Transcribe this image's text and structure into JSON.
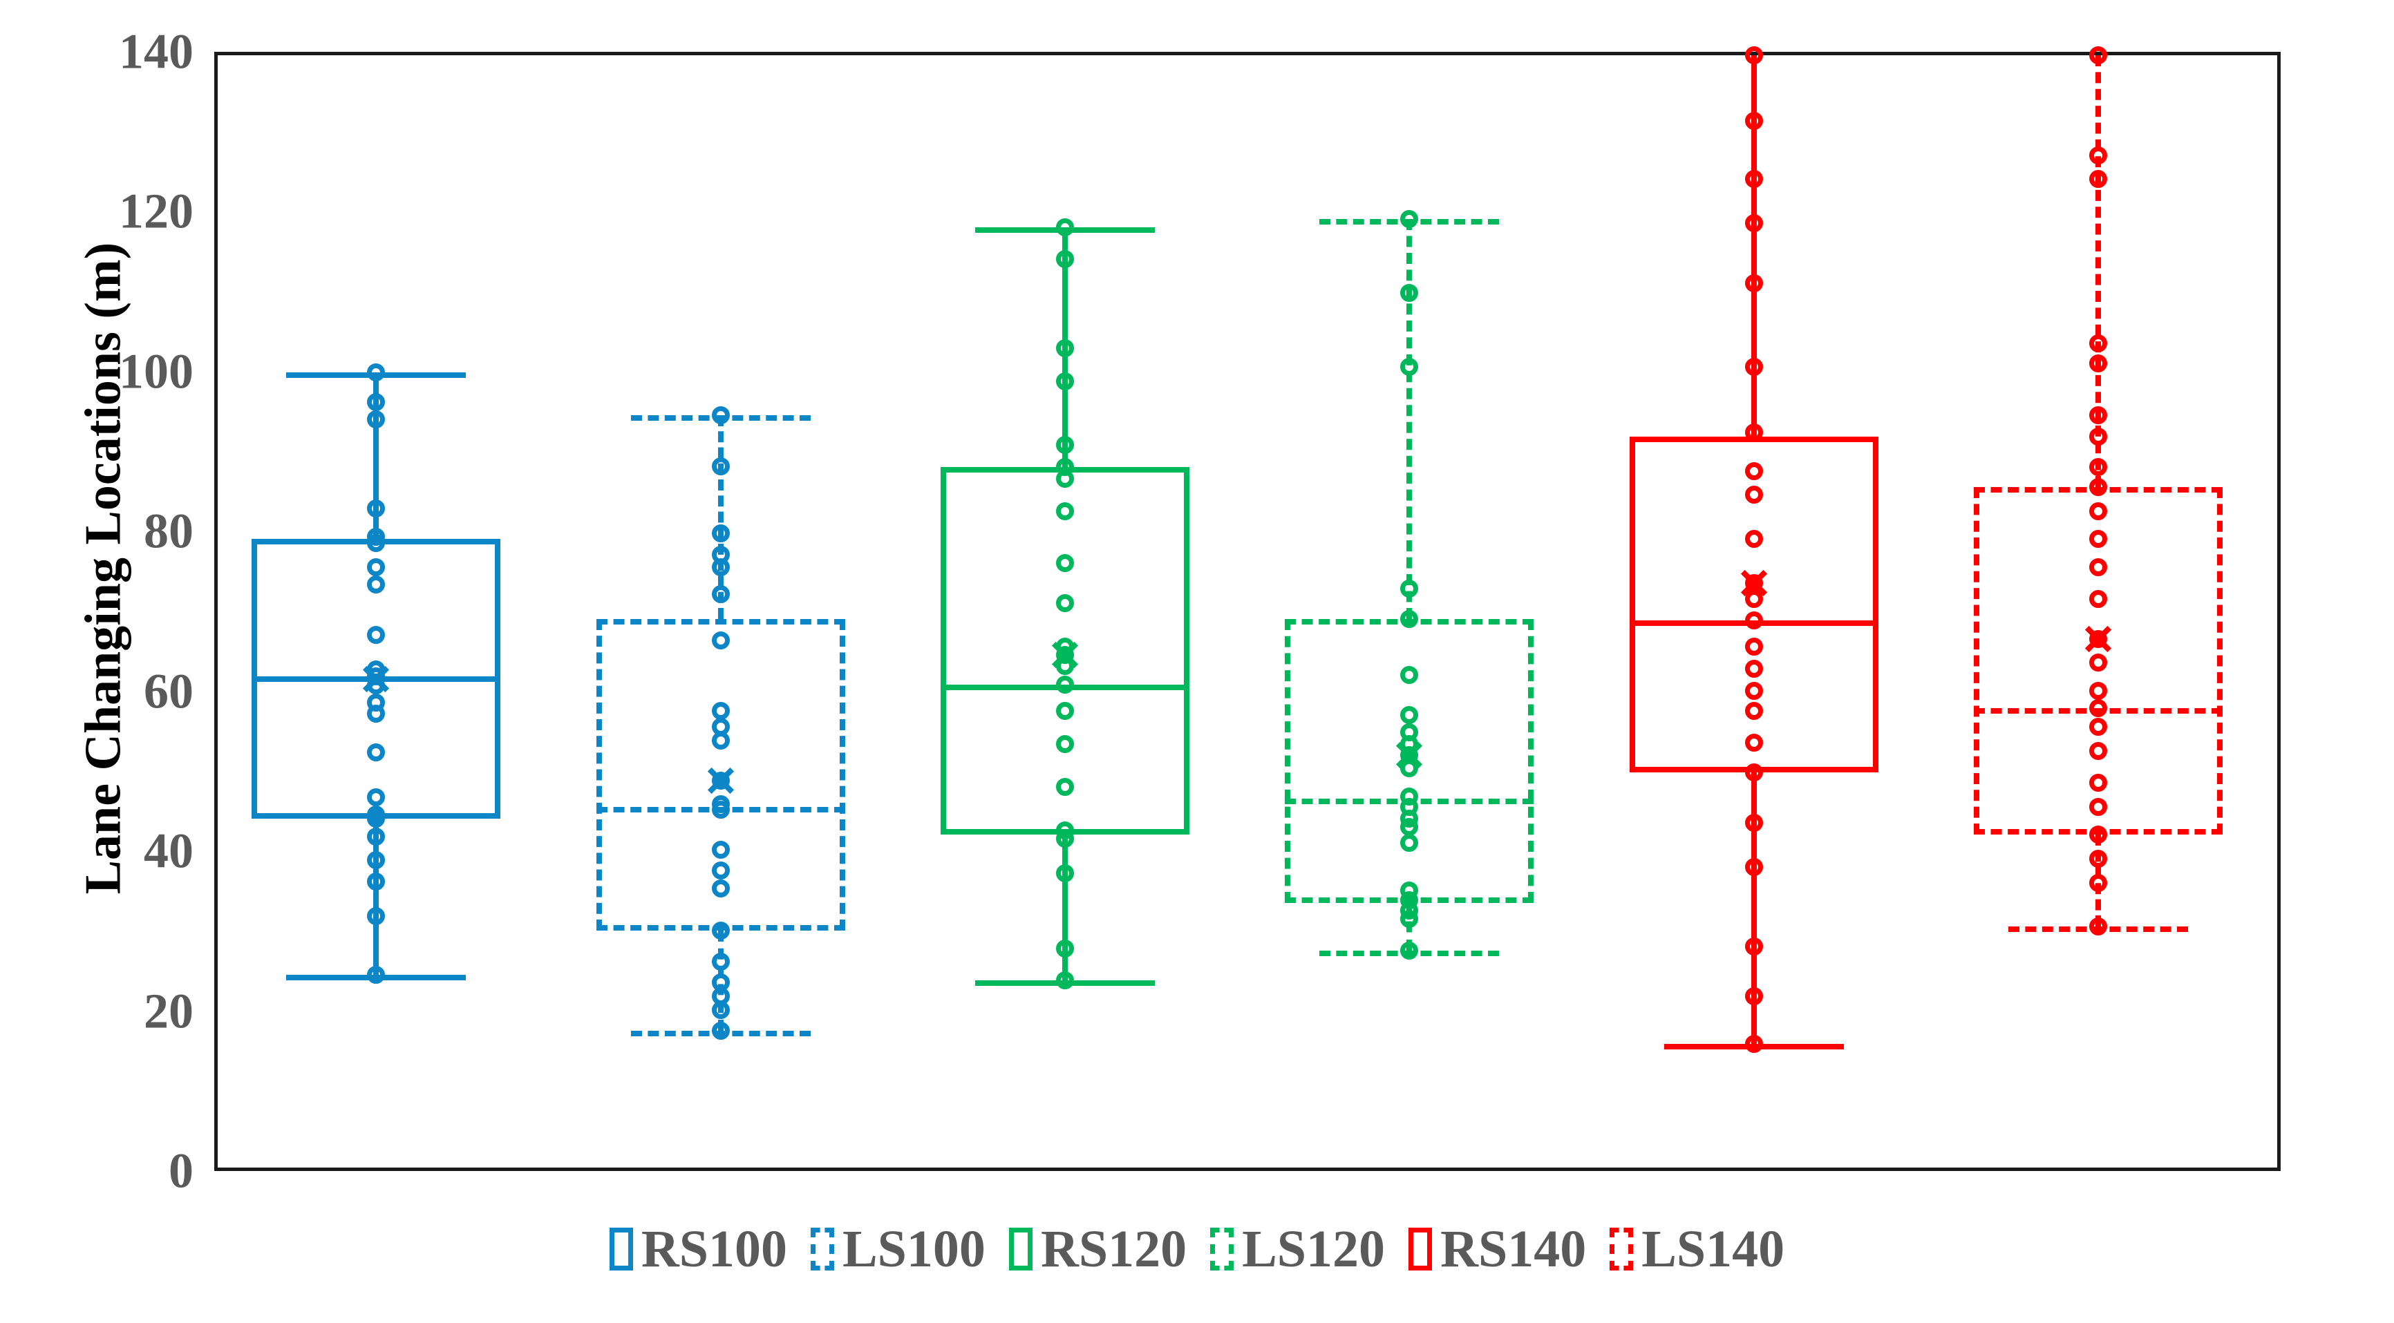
{
  "chart_data": {
    "type": "box",
    "title": "",
    "xlabel": "",
    "ylabel": "Lane Changing Locations (m)",
    "ylim": [
      0,
      140
    ],
    "yticks": [
      0,
      20,
      40,
      60,
      80,
      100,
      120,
      140
    ],
    "ytick_labels": [
      "0",
      "20",
      "40",
      "60",
      "80",
      "100",
      "120",
      "140"
    ],
    "grid": false,
    "legend_position": "bottom",
    "legend": [
      "RS100",
      "LS100",
      "RS120",
      "LS120",
      "RS140",
      "LS140"
    ],
    "categories": [
      "RS100",
      "LS100",
      "RS120",
      "LS120",
      "RS140",
      "LS140"
    ],
    "series": [
      {
        "name": "RS100",
        "color": "#0D86C8",
        "linestyle": "solid",
        "whisker_low": 25.0,
        "q1": 44.5,
        "median": 62.3,
        "q3": 79.5,
        "whisker_high": 100.3,
        "mean": 62.0,
        "points": [
          100.3,
          96.6,
          94.5,
          83.3,
          79.8,
          79.0,
          76.0,
          73.8,
          67.5,
          63.2,
          62.3,
          61.2,
          59.0,
          57.6,
          52.8,
          47.2,
          45.0,
          44.5,
          42.3,
          39.3,
          36.6,
          32.3,
          25.0
        ]
      },
      {
        "name": "LS100",
        "color": "#0D86C8",
        "linestyle": "dashed",
        "whisker_low": 18.0,
        "q1": 30.5,
        "median": 46.0,
        "q3": 69.5,
        "whisker_high": 95.0,
        "mean": 49.3,
        "points": [
          95.0,
          88.6,
          80.2,
          77.5,
          76.0,
          72.6,
          66.8,
          58.0,
          56.0,
          54.3,
          49.3,
          46.3,
          45.6,
          40.6,
          38.0,
          35.8,
          30.5,
          26.6,
          24.0,
          22.3,
          20.6,
          18.0
        ]
      },
      {
        "name": "RS120",
        "color": "#00B85C",
        "linestyle": "solid",
        "whisker_low": 24.3,
        "q1": 42.5,
        "median": 61.3,
        "q3": 88.5,
        "whisker_high": 118.5,
        "mean": 65.0,
        "points": [
          118.5,
          114.5,
          103.4,
          99.2,
          91.3,
          88.5,
          87.0,
          83.0,
          76.5,
          71.5,
          66.0,
          65.0,
          63.6,
          61.3,
          58.0,
          53.8,
          48.5,
          43.0,
          42.0,
          37.7,
          28.3,
          24.3
        ]
      },
      {
        "name": "LS120",
        "color": "#00B85C",
        "linestyle": "dashed",
        "whisker_low": 28.0,
        "q1": 34.0,
        "median": 47.0,
        "q3": 69.5,
        "whisker_high": 119.5,
        "mean": 52.5,
        "points": [
          119.5,
          110.3,
          101.0,
          73.3,
          69.5,
          62.5,
          57.5,
          55.3,
          53.8,
          52.5,
          50.8,
          47.3,
          46.0,
          44.5,
          43.5,
          41.5,
          35.5,
          34.3,
          33.0,
          32.0,
          28.0
        ]
      },
      {
        "name": "RS140",
        "color": "#FF0000",
        "linestyle": "solid",
        "whisker_low": 16.3,
        "q1": 50.3,
        "median": 69.3,
        "q3": 92.3,
        "whisker_high": 140.0,
        "mean": 74.0,
        "points": [
          140.0,
          131.8,
          124.5,
          119.0,
          111.5,
          101.0,
          92.8,
          88.0,
          85.0,
          79.5,
          74.0,
          72.0,
          69.3,
          66.0,
          63.3,
          60.5,
          58.0,
          54.0,
          50.3,
          44.0,
          38.5,
          28.5,
          22.3,
          16.3
        ]
      },
      {
        "name": "LS140",
        "color": "#FF0000",
        "linestyle": "dashed",
        "whisker_low": 31.0,
        "q1": 42.5,
        "median": 58.3,
        "q3": 86.0,
        "whisker_high": 140.0,
        "mean": 67.0,
        "points": [
          140.0,
          127.5,
          124.5,
          104.0,
          101.5,
          95.0,
          92.3,
          88.5,
          86.0,
          83.0,
          79.5,
          76.0,
          72.0,
          67.0,
          64.0,
          60.5,
          58.3,
          56.0,
          53.0,
          49.0,
          46.0,
          42.5,
          39.5,
          36.5,
          31.0
        ]
      }
    ]
  },
  "legend_items": [
    {
      "label": "RS100",
      "color": "#0D86C8",
      "style": "solid"
    },
    {
      "label": "LS100",
      "color": "#0D86C8",
      "style": "dashed"
    },
    {
      "label": "RS120",
      "color": "#00B85C",
      "style": "solid"
    },
    {
      "label": "LS120",
      "color": "#00B85C",
      "style": "dashed"
    },
    {
      "label": "RS140",
      "color": "#FF0000",
      "style": "solid"
    },
    {
      "label": "LS140",
      "color": "#FF0000",
      "style": "dashed"
    }
  ]
}
